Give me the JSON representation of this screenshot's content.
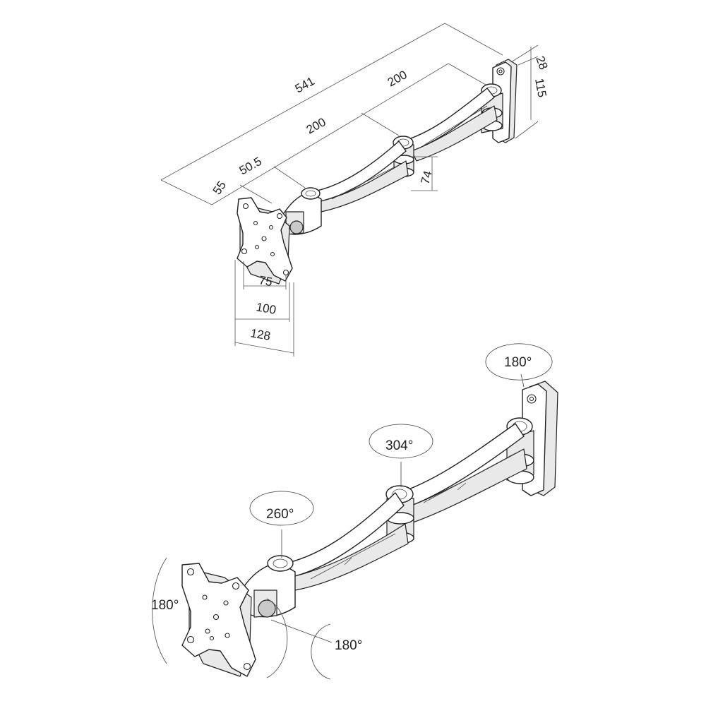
{
  "dimensions": {
    "overall_length": "541",
    "arm_segment_upper": "200",
    "arm_segment_lower": "200",
    "plate_offset": "50.5",
    "plate_depth": "55",
    "joint_height": "74",
    "wall_plate_depth": "28",
    "wall_plate_height": "115",
    "vesa_small": "75",
    "vesa_large": "100",
    "plate_width": "128"
  },
  "rotation": {
    "wall_pivot": "180°",
    "middle_joint": "304°",
    "arm_joint": "260°",
    "tilt": "180°",
    "swivel": "180°"
  }
}
